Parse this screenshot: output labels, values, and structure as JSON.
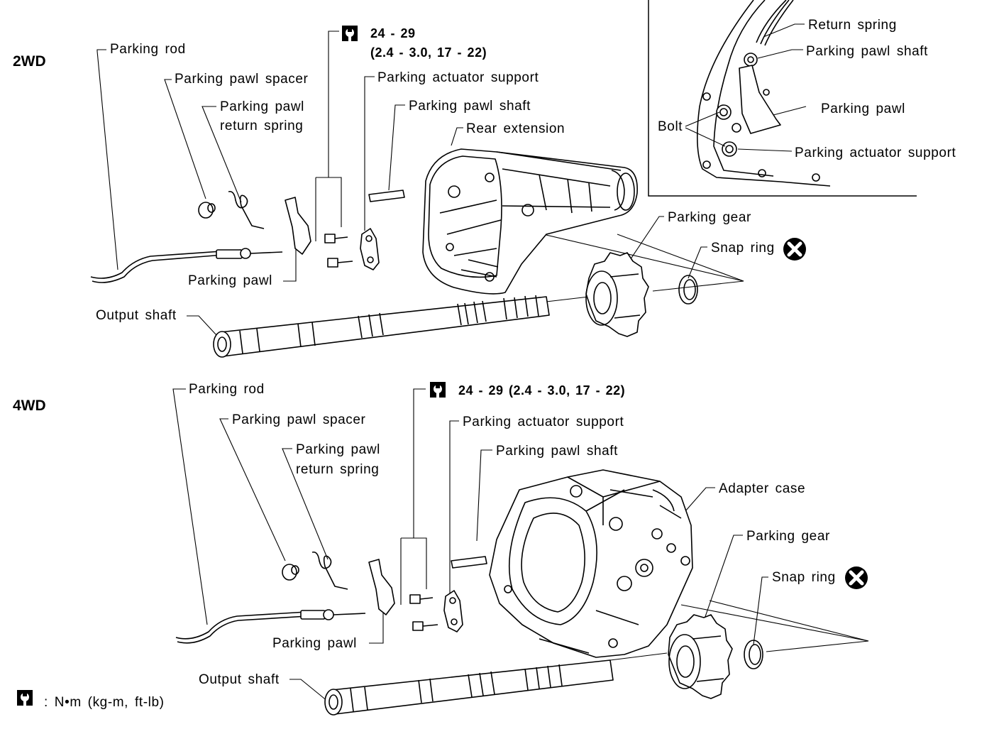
{
  "diagram": {
    "legend": {
      "unit_text": ": N•m (kg-m, ft-lb)",
      "icon": "torque-wrench-icon"
    },
    "sections": [
      {
        "title": "2WD",
        "torque": {
          "value": "24 - 29",
          "detail": "(2.4 - 3.0, 17 - 22)"
        },
        "labels": {
          "parking_rod": "Parking rod",
          "parking_pawl_spacer": "Parking pawl spacer",
          "parking_pawl_return_spring_1": "Parking pawl",
          "parking_pawl_return_spring_2": "return spring",
          "parking_actuator_support": "Parking actuator support",
          "parking_pawl_shaft": "Parking pawl shaft",
          "rear_extension": "Rear extension",
          "parking_gear": "Parking gear",
          "snap_ring": "Snap ring",
          "parking_pawl": "Parking pawl",
          "output_shaft": "Output shaft"
        }
      },
      {
        "title": "4WD",
        "torque": {
          "value": "24 - 29 (2.4 - 3.0, 17 - 22)"
        },
        "labels": {
          "parking_rod": "Parking rod",
          "parking_pawl_spacer": "Parking pawl spacer",
          "parking_pawl_return_spring_1": "Parking pawl",
          "parking_pawl_return_spring_2": "return spring",
          "parking_actuator_support": "Parking actuator support",
          "parking_pawl_shaft": "Parking pawl shaft",
          "adapter_case": "Adapter case",
          "parking_gear": "Parking gear",
          "snap_ring": "Snap ring",
          "parking_pawl": "Parking pawl",
          "output_shaft": "Output shaft"
        }
      }
    ],
    "inset": {
      "labels": {
        "return_spring": "Return spring",
        "parking_pawl_shaft": "Parking pawl shaft",
        "parking_pawl": "Parking pawl",
        "bolt": "Bolt",
        "parking_actuator_support": "Parking actuator support"
      }
    }
  }
}
